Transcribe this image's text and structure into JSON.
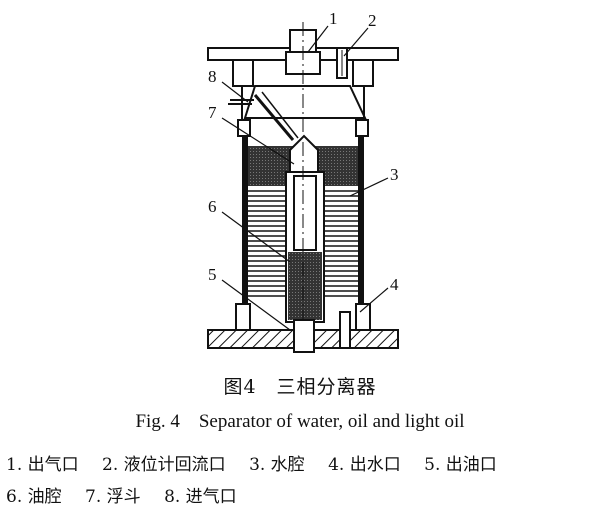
{
  "diagram": {
    "callouts": [
      "1",
      "2",
      "3",
      "4",
      "5",
      "6",
      "7",
      "8"
    ]
  },
  "caption": {
    "chinese": "图4　三相分离器",
    "english": "Fig. 4　Separator of water, oil and light oil"
  },
  "legend": {
    "row1": [
      "1. 出气口",
      "2. 液位计回流口",
      "3. 水腔",
      "4. 出水口",
      "5. 出油口"
    ],
    "row2": [
      "6. 油腔",
      "7. 浮斗",
      "8. 进气口"
    ]
  }
}
